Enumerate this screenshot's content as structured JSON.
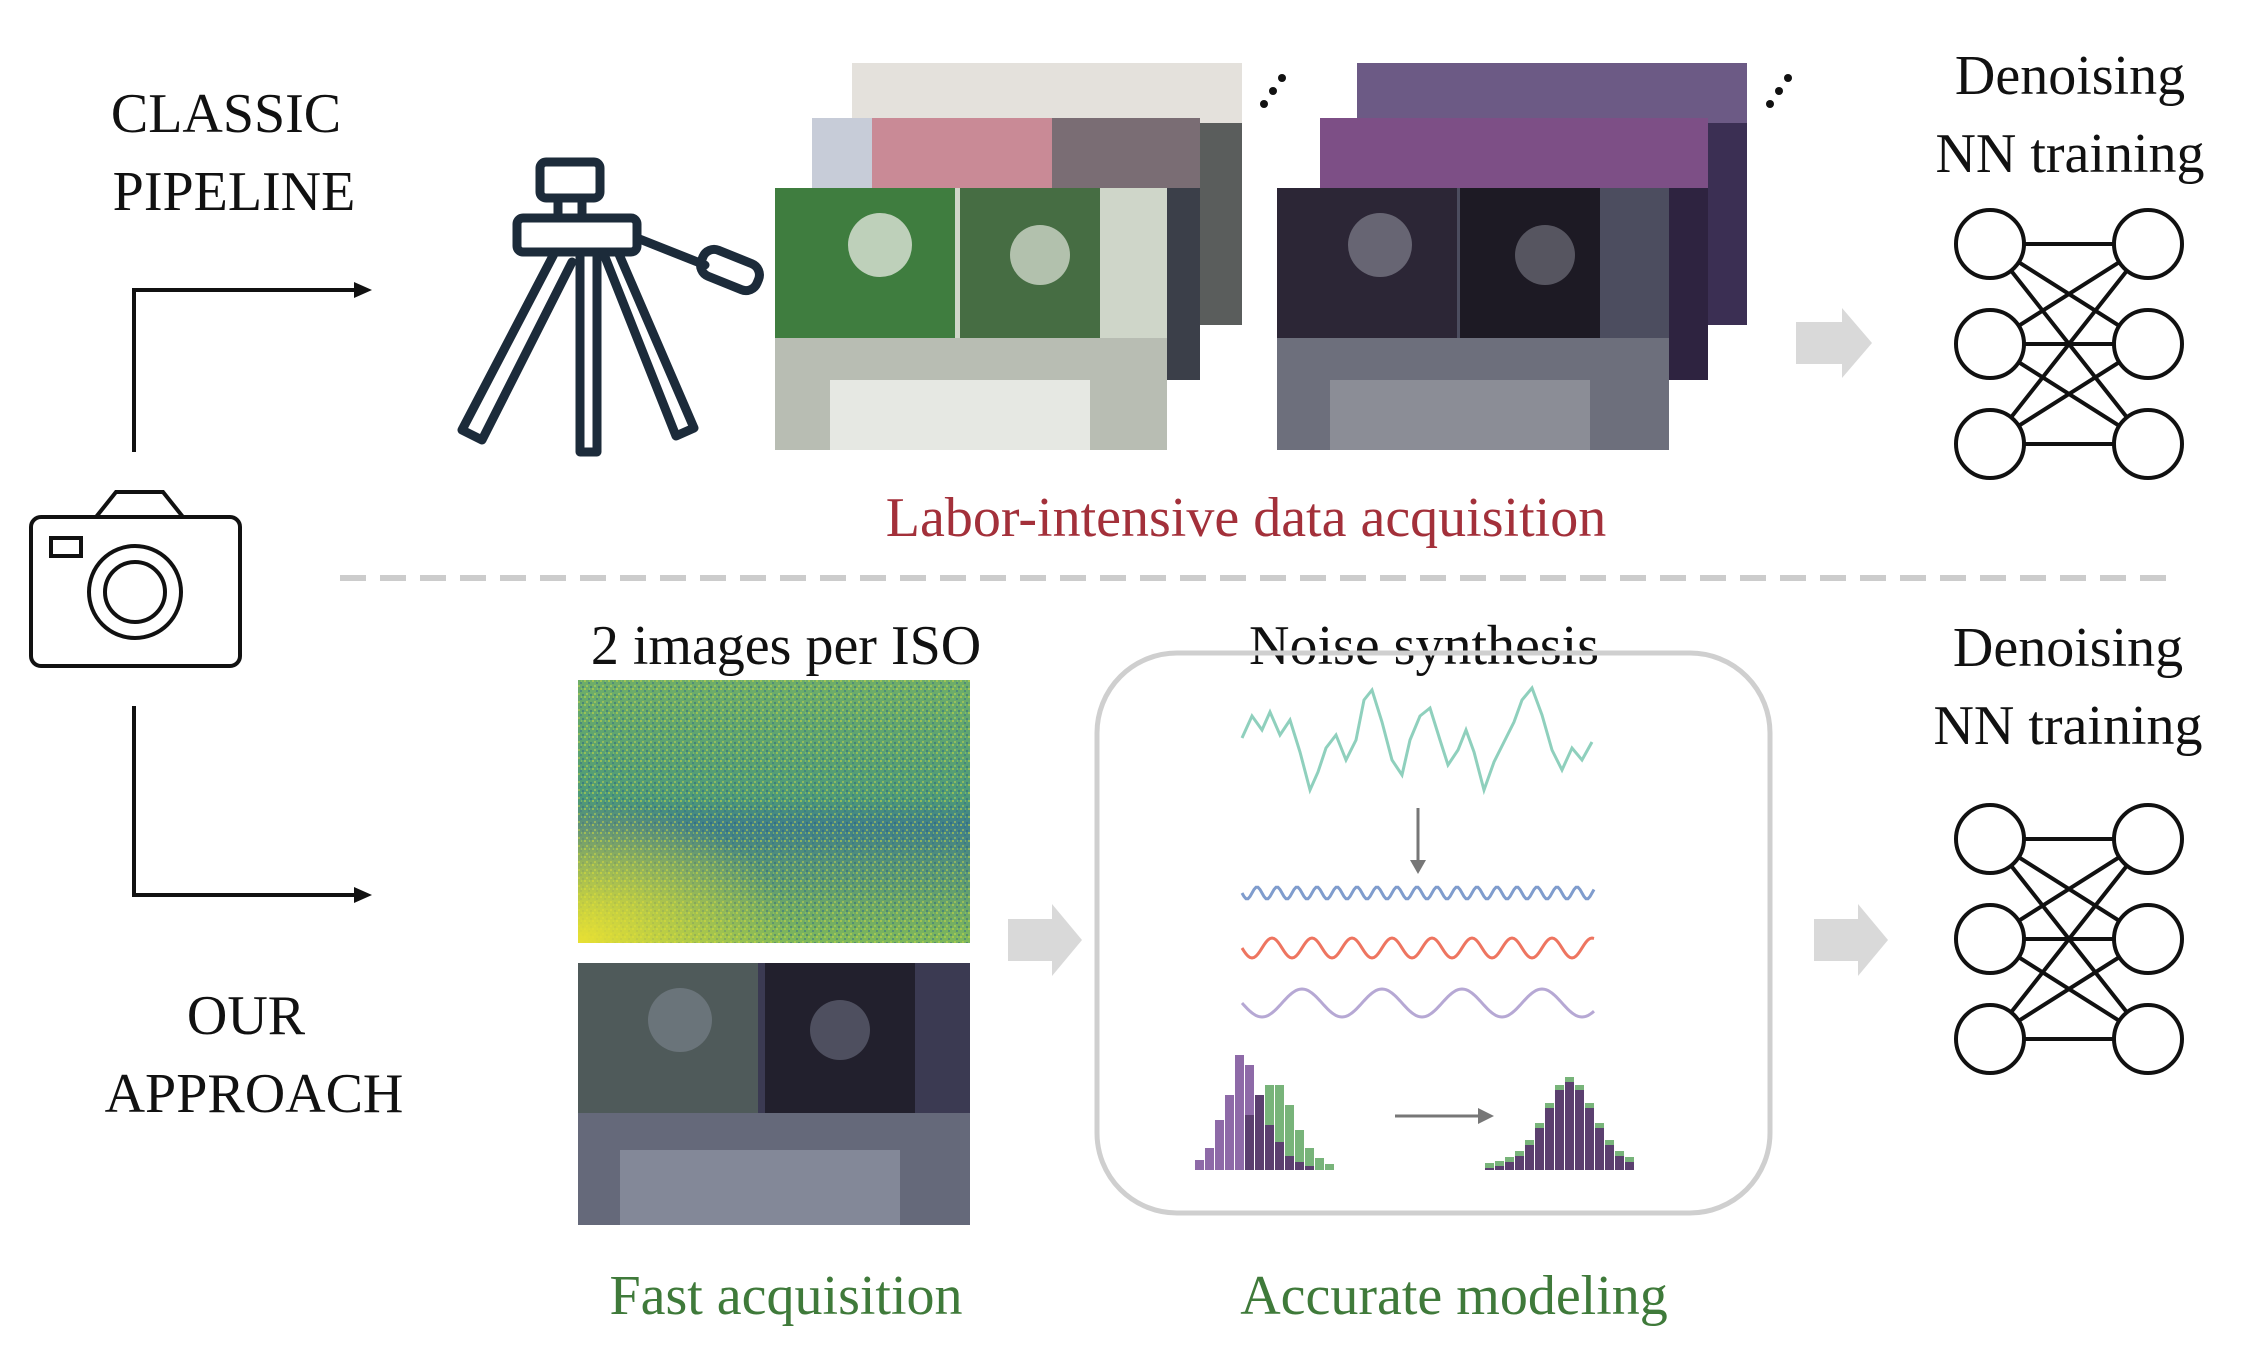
{
  "classic": {
    "label_line1": "CLASSIC",
    "label_line2": "PIPELINE",
    "caption": "Labor-intensive data acquisition",
    "output_line1": "Denoising",
    "output_line2": "NN training"
  },
  "ours": {
    "label_line1": "OUR",
    "label_line2": "APPROACH",
    "images_label": "2 images per ISO",
    "synthesis_label": "Noise synthesis",
    "caption_left": "Fast acquisition",
    "caption_right": "Accurate modeling",
    "output_line1": "Denoising",
    "output_line2": "NN training"
  },
  "colors": {
    "caption_red": "#a3303a",
    "caption_green": "#3f7a3a",
    "arrow_gray": "#d9d9d9",
    "divider_gray": "#cccccc",
    "icon_navy": "#1c2b3a",
    "wave_teal": "#8fd0bd",
    "wave_blue": "#7f9ccd",
    "wave_red": "#ee7560",
    "wave_lavender": "#b6a8d4",
    "hist_purple": "#8e6aa8",
    "hist_green": "#78b47a",
    "hist_dark": "#5b3f6f"
  }
}
